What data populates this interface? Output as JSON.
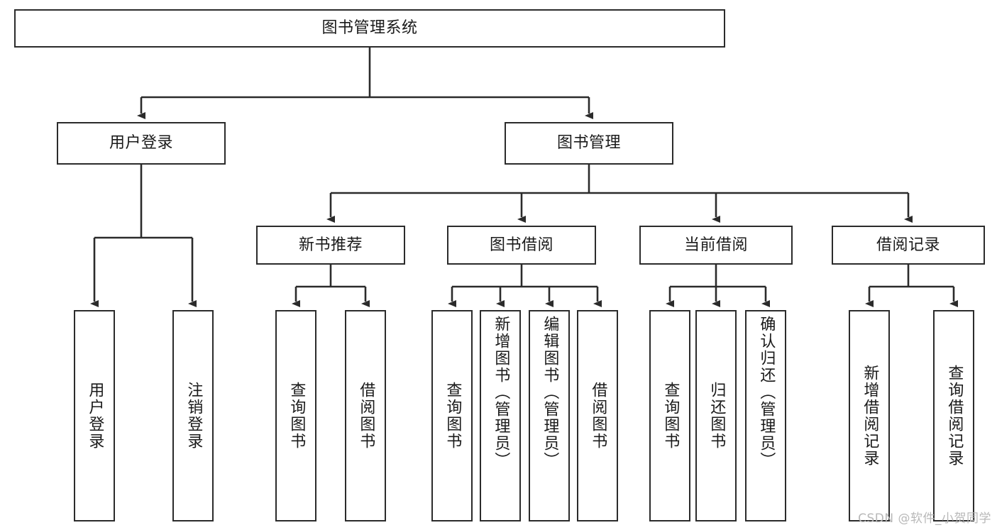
{
  "diagram": {
    "type": "tree-hierarchy",
    "title": "图书管理系统",
    "root": {
      "id": "root",
      "label": "图书管理系统"
    },
    "level2": [
      {
        "id": "user-login",
        "label": "用户登录"
      },
      {
        "id": "book-management",
        "label": "图书管理"
      }
    ],
    "level3": [
      {
        "id": "new-book-recommend",
        "label": "新书推荐",
        "parent": "book-management"
      },
      {
        "id": "book-borrow",
        "label": "图书借阅",
        "parent": "book-management"
      },
      {
        "id": "current-borrow",
        "label": "当前借阅",
        "parent": "book-management"
      },
      {
        "id": "borrow-record",
        "label": "借阅记录",
        "parent": "book-management"
      }
    ],
    "leaves": [
      {
        "id": "leaf-user-login",
        "label": "用户登录",
        "parent": "user-login"
      },
      {
        "id": "leaf-user-logout",
        "label": "注销登录",
        "parent": "user-login"
      },
      {
        "id": "leaf-query-book-1",
        "label": "查询图书",
        "parent": "new-book-recommend"
      },
      {
        "id": "leaf-borrow-book-1",
        "label": "借阅图书",
        "parent": "new-book-recommend"
      },
      {
        "id": "leaf-query-book-2",
        "label": "查询图书",
        "parent": "book-borrow"
      },
      {
        "id": "leaf-add-book",
        "label": "新增图书（管理员）",
        "parent": "book-borrow"
      },
      {
        "id": "leaf-edit-book",
        "label": "编辑图书（管理员）",
        "parent": "book-borrow"
      },
      {
        "id": "leaf-borrow-book-2",
        "label": "借阅图书",
        "parent": "book-borrow"
      },
      {
        "id": "leaf-query-book-3",
        "label": "查询图书",
        "parent": "current-borrow"
      },
      {
        "id": "leaf-return-book",
        "label": "归还图书",
        "parent": "current-borrow"
      },
      {
        "id": "leaf-confirm-return",
        "label": "确认归还（管理员）",
        "parent": "current-borrow"
      },
      {
        "id": "leaf-add-record",
        "label": "新增借阅记录",
        "parent": "borrow-record"
      },
      {
        "id": "leaf-query-record",
        "label": "查询借阅记录",
        "parent": "borrow-record"
      }
    ],
    "colors": {
      "stroke": "#2b2b2b",
      "fill": "#ffffff",
      "text": "#1a1a1a",
      "watermark": "#b8b8b8"
    }
  },
  "watermark": {
    "text": "CSDN @软件_小贺同学"
  }
}
